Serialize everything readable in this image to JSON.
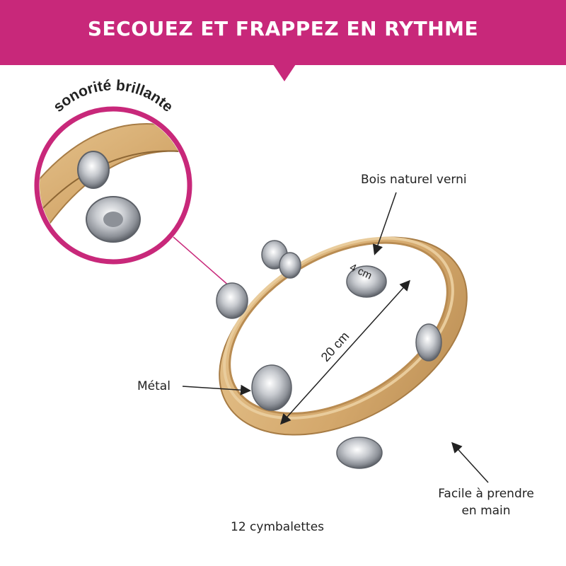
{
  "banner": {
    "title": "SECOUEZ ET FRAPPEZ EN RYTHME"
  },
  "zoom_callout": {
    "caption": "sonorité brillante"
  },
  "annotations": {
    "wood": "Bois naturel verni",
    "metal": "Métal",
    "grip_line1": "Facile à prendre",
    "grip_line2": "en main",
    "cymbals": "12 cymbalettes",
    "diameter": "20 cm",
    "depth": "4 cm"
  },
  "colors": {
    "brand": "#c8287a",
    "wood": "#d9b27a",
    "wood_dark": "#b98c52",
    "metal": "#c9ccd0"
  }
}
